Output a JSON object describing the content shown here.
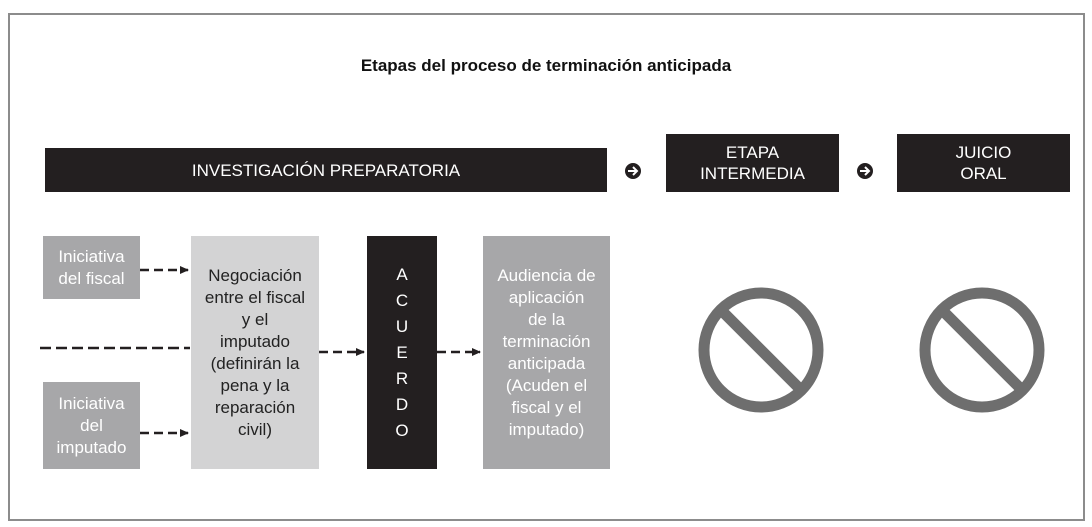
{
  "title": "Etapas del proceso de terminación anticipada",
  "stages": {
    "investigacion": "INVESTIGACIÓN PREPARATORIA",
    "intermedia_line1": "ETAPA",
    "intermedia_line2": "INTERMEDIA",
    "juicio_line1": "JUICIO",
    "juicio_line2": "ORAL"
  },
  "boxes": {
    "iniciativa_fiscal": [
      "Iniciativa",
      "del fiscal"
    ],
    "iniciativa_imputado": [
      "Iniciativa",
      "del",
      "imputado"
    ],
    "negociacion": [
      "Negociación",
      "entre el fiscal",
      "y el",
      "imputado",
      "(definirán la",
      "pena y la",
      "reparación",
      "civil)"
    ],
    "acuerdo_letters": [
      "A",
      "C",
      "U",
      "E",
      "R",
      "D",
      "O"
    ],
    "audiencia": [
      "Audiencia de",
      "aplicación",
      "de la",
      "terminación",
      "anticipada",
      "(Acuden el",
      "fiscal y el",
      "imputado)"
    ]
  },
  "icons": {
    "stage_arrow": "right-arrow-circle-icon",
    "prohibited": "no-entry-icon"
  },
  "colors": {
    "dark": "#231f20",
    "mid_gray": "#a7a7a9",
    "light_gray": "#d3d3d4",
    "prohibited_gray": "#6e6e6e"
  }
}
